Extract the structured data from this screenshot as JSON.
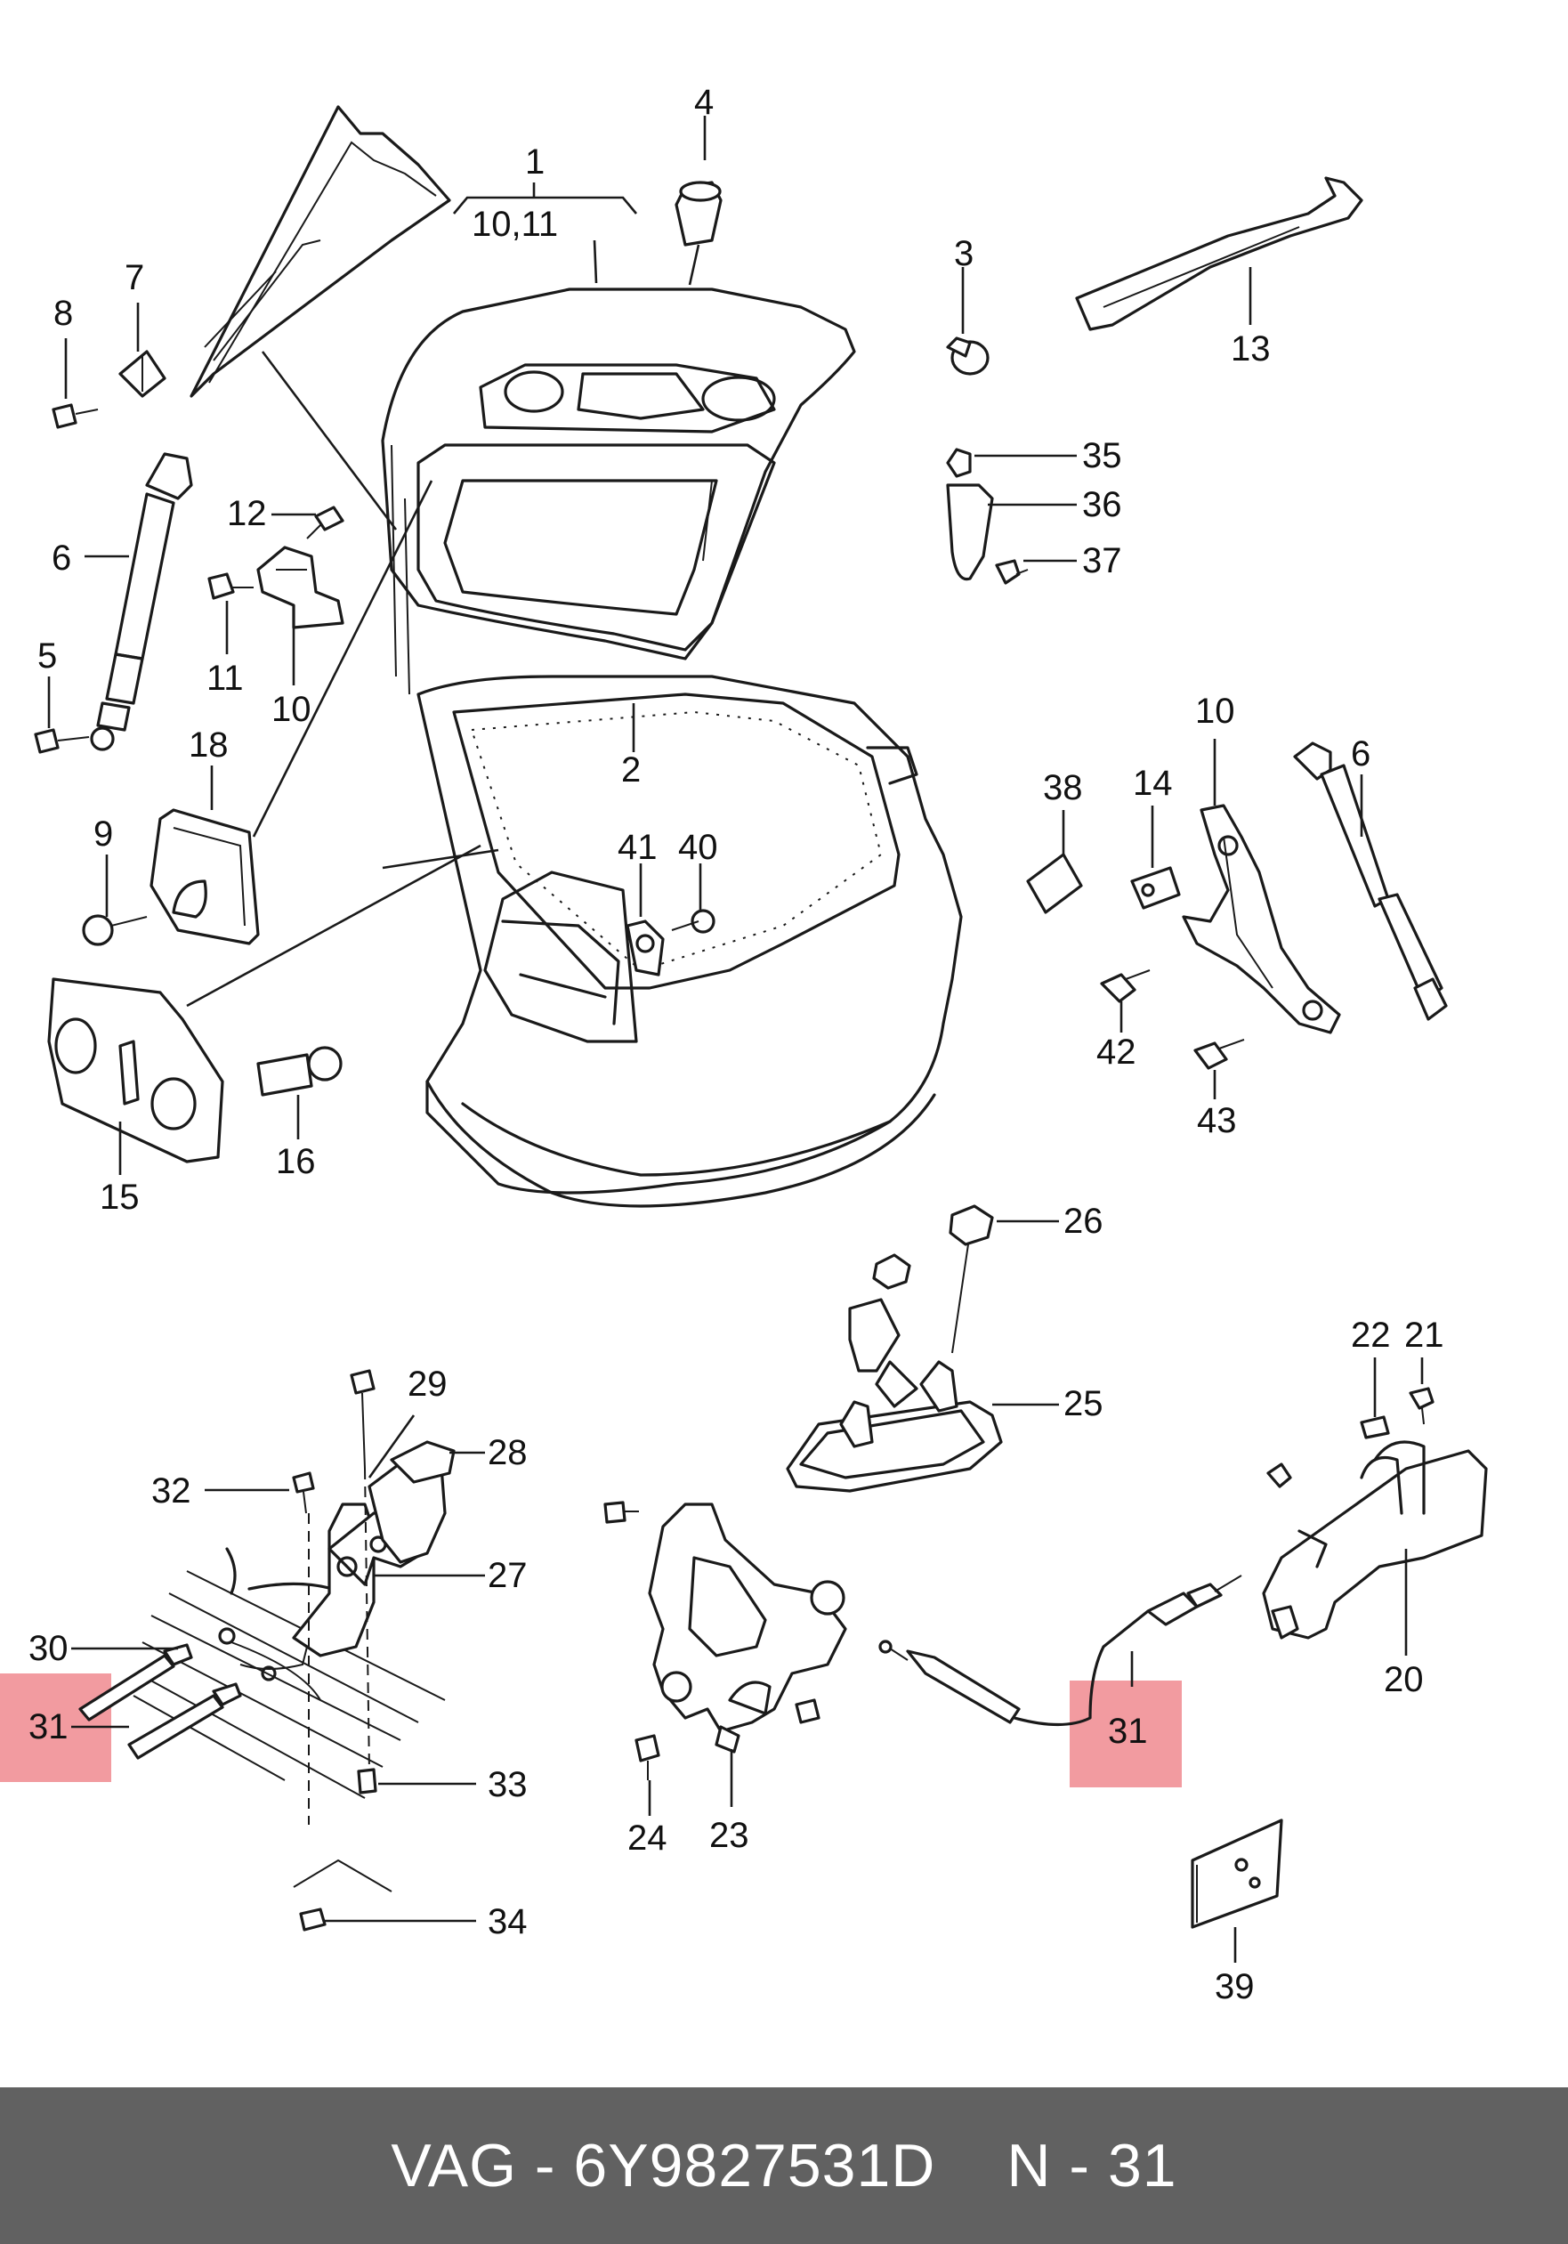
{
  "callouts": {
    "c1": "1",
    "c1b": "10,11",
    "c2": "2",
    "c3": "3",
    "c4": "4",
    "c5": "5",
    "c6": "6",
    "c6b": "6",
    "c7": "7",
    "c8": "8",
    "c9": "9",
    "c10": "10",
    "c10b": "10",
    "c11": "11",
    "c12": "12",
    "c13": "13",
    "c14": "14",
    "c15": "15",
    "c16": "16",
    "c18": "18",
    "c20": "20",
    "c21": "21",
    "c22": "22",
    "c23": "23",
    "c24": "24",
    "c25": "25",
    "c26": "26",
    "c27": "27",
    "c28": "28",
    "c29": "29",
    "c30": "30",
    "c31a": "31",
    "c31b": "31",
    "c32": "32",
    "c33": "33",
    "c34": "34",
    "c35": "35",
    "c36": "36",
    "c37": "37",
    "c38": "38",
    "c39": "39",
    "c40": "40",
    "c41": "41",
    "c42": "42",
    "c43": "43"
  },
  "highlight_color": "#f08a8f",
  "footer": {
    "part_code": "VAG - 6Y9827531D",
    "position_label": "N - 31"
  }
}
